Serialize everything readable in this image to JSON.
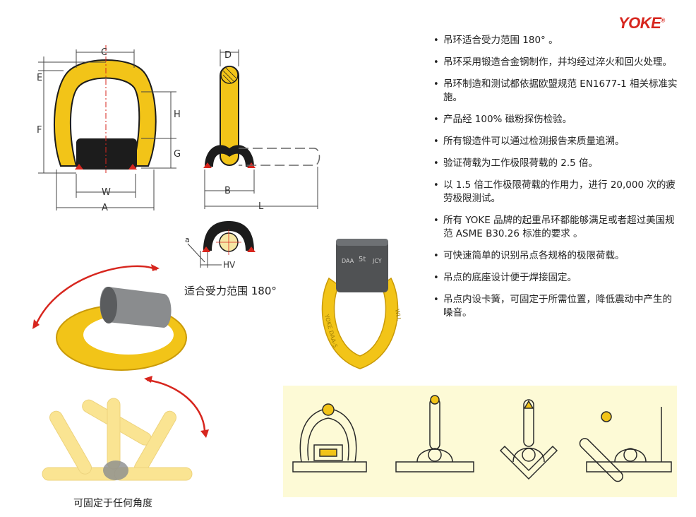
{
  "brand": {
    "logo_text": "YOKE",
    "logo_mark": "®"
  },
  "features": [
    "吊环适合受力范围 180° 。",
    "吊环采用锻造合金钢制作，并均经过淬火和回火处理。",
    "吊环制造和测试都依据欧盟规范 EN1677-1 相关标准实施。",
    "产品经 100% 磁粉探伤检验。",
    "所有锻造件可以通过检测报告来质量追溯。",
    "验证荷载为工作极限荷载的 2.5 倍。",
    "以 1.5 倍工作极限荷载的作用力，进行 20,000 次的疲劳极限测试。",
    "所有 YOKE 品牌的起重吊环都能够满足或者超过美国规范 ASME B30.26 标准的要求 。",
    "可快速简单的识别吊点各规格的极限荷载。",
    "吊点的底座设计便于焊接固定。",
    "吊点内设卡簧，可固定于所需位置，降低震动中产生的噪音。"
  ],
  "captions": {
    "rotation_range": "适合受力范围 180°",
    "any_angle": "可固定于任何角度"
  },
  "dimension_labels": {
    "C": "C",
    "E": "E",
    "F": "F",
    "H": "H",
    "G": "G",
    "W": "W",
    "A": "A",
    "D": "D",
    "B": "B",
    "L": "L",
    "a": "a",
    "HV": "HV"
  },
  "product_markings": {
    "block_left": "DAA",
    "block_center": "5t",
    "block_right": "JCY",
    "ring_left": "YOKE DAA-5",
    "ring_right": "WLL"
  },
  "colors": {
    "yellow": "#f2c418",
    "black": "#1c1c1c",
    "red": "#d7261e",
    "gray": "#6e7174",
    "panel_bg": "#fdfad6"
  }
}
